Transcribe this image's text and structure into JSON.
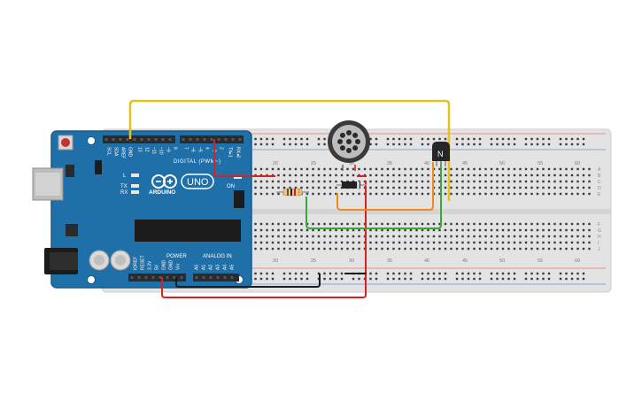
{
  "arduino": {
    "brand": "ARDUINO",
    "model": "UNO",
    "digital_header_label": "DIGITAL (PWM~)",
    "power_header_label": "POWER",
    "analog_header_label": "ANALOG IN",
    "on_label": "ON",
    "led_labels": [
      "L",
      "TX",
      "RX"
    ],
    "top_pin_labels": [
      "SCL",
      "SDA",
      "AREF",
      "GND",
      "13",
      "12",
      "~11",
      "~10",
      "~9",
      "8",
      "7",
      "~6",
      "~5",
      "4",
      "~3",
      "2",
      "TX▸1",
      "RX◂0"
    ],
    "power_pin_labels": [
      "IOREF",
      "RESET",
      "3.3V",
      "5V",
      "GND",
      "GND",
      "Vin"
    ],
    "analog_pin_labels": [
      "A0",
      "A1",
      "A2",
      "A3",
      "A4",
      "A5"
    ],
    "colors": {
      "board": "#1f6fa8",
      "board_edge": "#175b8c",
      "header": "#2b2b2b"
    }
  },
  "breadboard": {
    "column_numbers": [
      "20",
      "25",
      "30",
      "35",
      "40",
      "45",
      "50",
      "55",
      "60"
    ],
    "row_labels_top": [
      "A",
      "B",
      "C",
      "D",
      "E"
    ],
    "row_labels_bottom": [
      "F",
      "G",
      "H",
      "I",
      "J"
    ],
    "colors": {
      "body": "#e3e3e3",
      "hole": "#3a3a3a",
      "rail_red": "#d33",
      "rail_blue": "#36c"
    }
  },
  "components": {
    "transistor_label": "N"
  },
  "wires": {
    "colors": {
      "yellow": "#e8c21c",
      "red": "#d62222",
      "black": "#1a1a1a",
      "orange": "#f08a1e",
      "green": "#3aa93a",
      "dark_red": "#c81c1c"
    }
  }
}
